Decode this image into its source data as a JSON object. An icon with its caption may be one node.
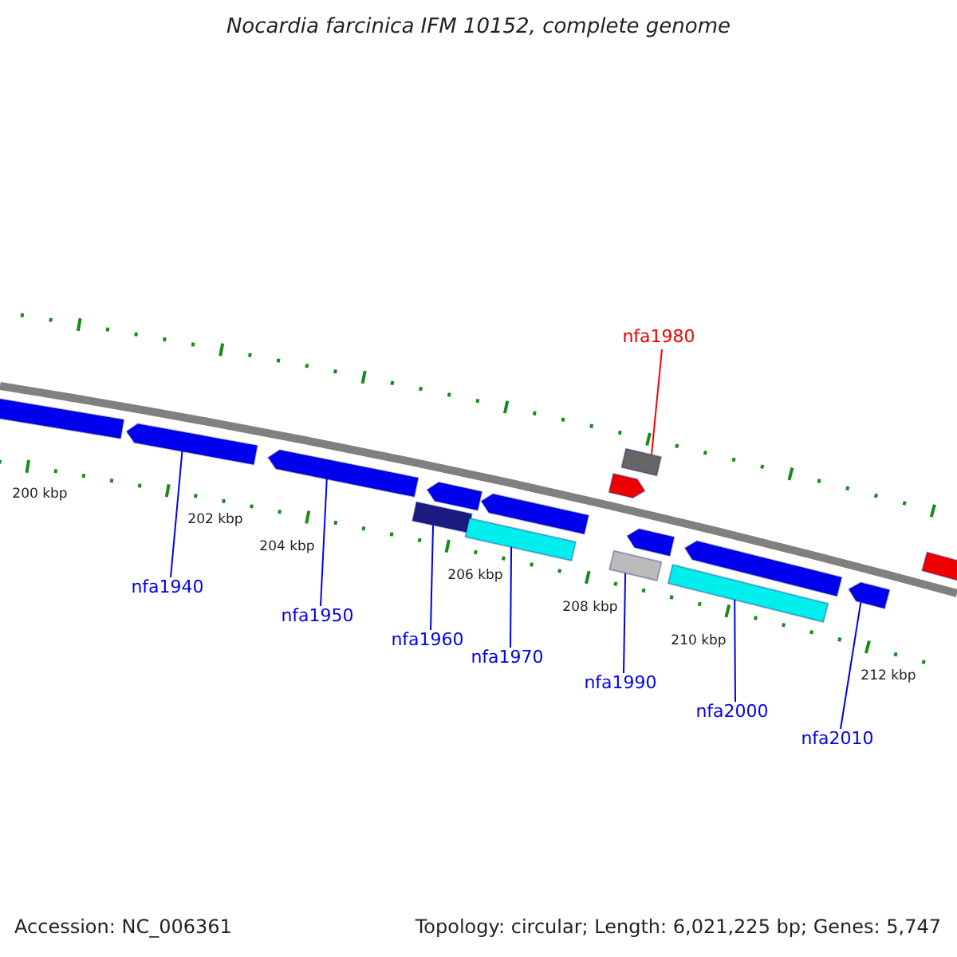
{
  "diagram": {
    "title": "Nocardia farcinica IFM 10152, complete genome",
    "nodes": [
      {
        "text": [
          "nfa1940"
        ]
      },
      {
        "text": [
          "nfa1950"
        ]
      },
      {
        "text": [
          "nfa1960"
        ]
      },
      {
        "text": [
          "nfa1970"
        ]
      },
      {
        "text": [
          "nfa1980"
        ]
      },
      {
        "text": [
          "nfa1990"
        ]
      },
      {
        "text": [
          "nfa2000"
        ]
      },
      {
        "text": [
          "nfa2010"
        ]
      },
      {
        "text": [],
        "shape": "box"
      },
      {
        "text": [],
        "shape": "arrow"
      },
      {
        "text": [],
        "shape": "arrow"
      },
      {
        "text": [],
        "shape": "box"
      },
      {
        "text": [],
        "shape": "arrow"
      },
      {
        "text": [],
        "shape": "box"
      },
      {
        "text": [],
        "shape": "arrow"
      },
      {
        "text": [],
        "shape": "arrow"
      },
      {
        "text": [],
        "shape": "box"
      },
      {
        "text": [],
        "shape": "box"
      },
      {
        "text": [],
        "shape": "arrow"
      },
      {
        "text": [],
        "shape": "box"
      },
      {
        "text": [],
        "shape": "arrow"
      },
      {
        "text": [],
        "shape": "arrow"
      },
      {
        "text": [],
        "shape": "box"
      }
    ],
    "edges": [
      {
        "from": 0,
        "to": 9,
        "arrow": "none"
      },
      {
        "from": 1,
        "to": 10,
        "arrow": "none"
      },
      {
        "from": 2,
        "to": 11,
        "arrow": "none"
      },
      {
        "from": 3,
        "to": 13,
        "arrow": "none"
      },
      {
        "from": 4,
        "to": 16,
        "arrow": "none",
        "color": "#ff0000"
      },
      {
        "from": 5,
        "to": 17,
        "arrow": "none"
      },
      {
        "from": 6,
        "to": 19,
        "arrow": "none"
      },
      {
        "from": 7,
        "to": 21,
        "arrow": "none"
      }
    ],
    "labels": [
      "200 kbp",
      "202 kbp",
      "204 kbp",
      "206 kbp",
      "208 kbp",
      "210 kbp",
      "212 kbp",
      "Accession: NC_006361",
      "Topology: circular; Length: 6,021,225 bp; Genes: 5,747"
    ]
  }
}
